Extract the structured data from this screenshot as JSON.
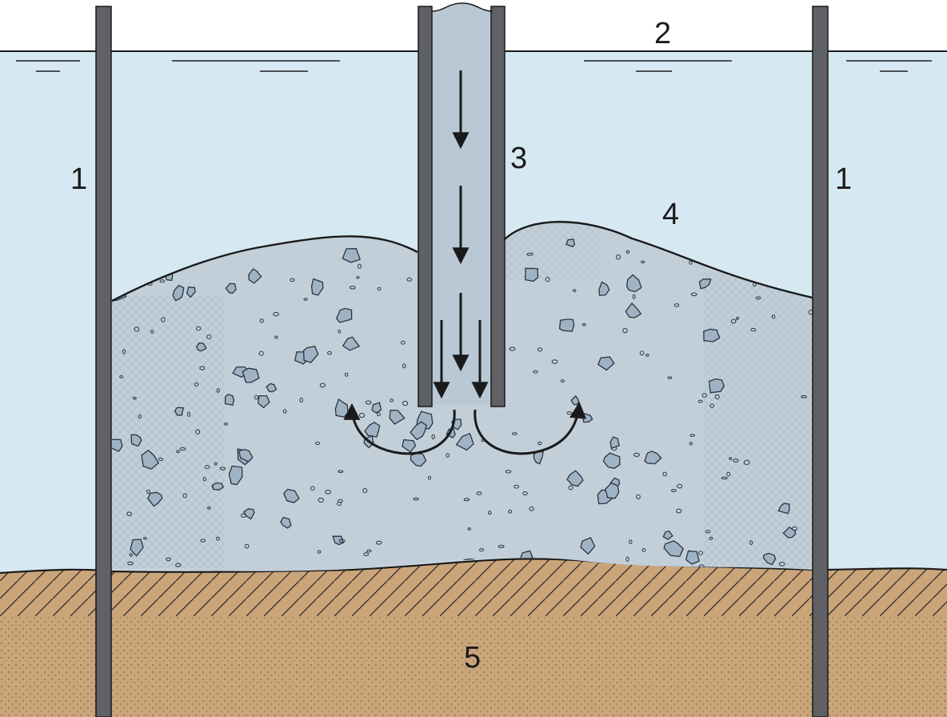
{
  "labels": {
    "sheet_pile_left": "1",
    "water_surface": "2",
    "tremie_pipe": "3",
    "concrete_mass": "4",
    "soil_bed": "5",
    "sheet_pile_right": "1"
  },
  "colors": {
    "water": "#d6e8f2",
    "concrete": "#c2cfd9",
    "concrete_dark": "#9fb3c4",
    "soil": "#cba57a",
    "soil_dark": "#b98f61",
    "pile": "#5f6166",
    "pipe": "#b9c8d4",
    "pipe_wall": "#5f6166",
    "outline": "#1a1a1a"
  }
}
